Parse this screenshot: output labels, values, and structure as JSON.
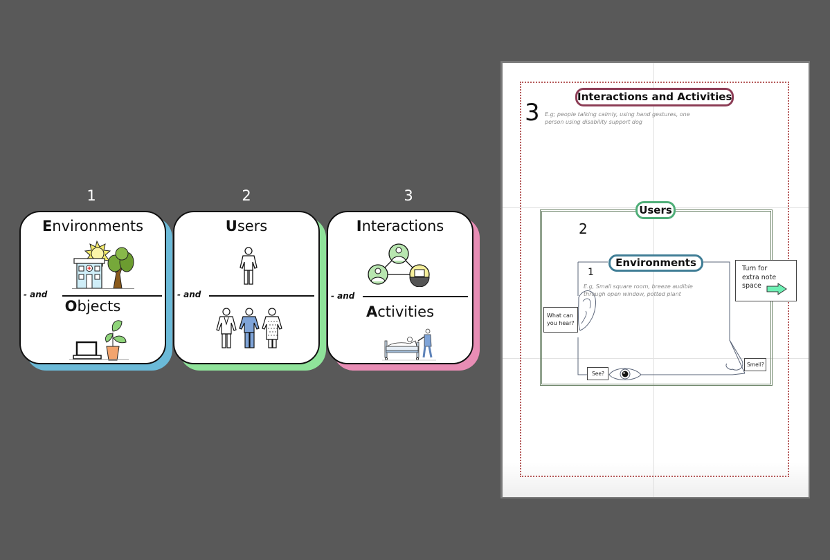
{
  "cards": [
    {
      "number": "1",
      "top_initial": "E",
      "top_rest": "nvironments",
      "and_label": "- and",
      "bottom_initial": "O",
      "bottom_rest": "bjects",
      "shadow_color": "#6bbad8",
      "top_icon": "hospital-sun-tree-icon",
      "bottom_icon": "laptop-plant-icon"
    },
    {
      "number": "2",
      "top_initial": "U",
      "top_rest": "sers",
      "and_label": "- and",
      "bottom_initial": "",
      "bottom_rest": "",
      "shadow_color": "#8fe39a",
      "top_icon": "person-icon",
      "bottom_icon": "doctor-nurse-patient-icon"
    },
    {
      "number": "3",
      "top_initial": "I",
      "top_rest": "nteractions",
      "and_label": "- and",
      "bottom_initial": "A",
      "bottom_rest": "ctivities",
      "shadow_color": "#e88db5",
      "top_icon": "network-people-icon",
      "bottom_icon": "hospital-bed-carer-icon"
    }
  ],
  "worksheet": {
    "interactions": {
      "number": "3",
      "title": "Interactions and Activities",
      "hint_line1": "E.g; people talking calmly, using hand gestures, one",
      "hint_line2": "person using disability support dog",
      "color": "#8c3c55"
    },
    "users": {
      "number": "2",
      "title": "Users",
      "color": "#4fae78"
    },
    "environments": {
      "number": "1",
      "title": "Environments",
      "hint_line1": "E.g, Small square room, breeze audible",
      "hint_line2": "through open window, potted plant",
      "color": "#3f7d95"
    },
    "turn_note": {
      "line1": "Turn for",
      "line2": "extra note",
      "line3": "space",
      "arrow_color": "#6ef0b4"
    },
    "hear_note": {
      "line1": "What can",
      "line2": "you hear?"
    },
    "see_note": "See?",
    "smell_note": "Smell?"
  }
}
